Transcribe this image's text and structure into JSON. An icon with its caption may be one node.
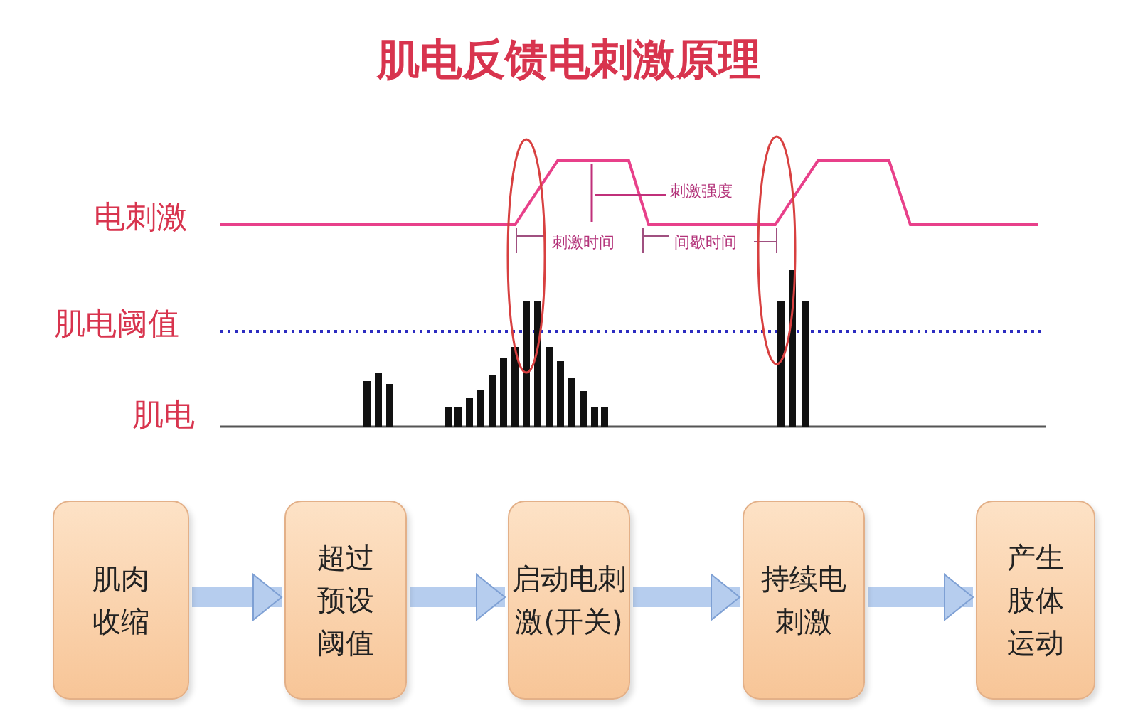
{
  "diagram": {
    "title": "肌电反馈电刺激原理",
    "nodes": [
      {
        "text": [
          "肌肉收缩"
        ]
      },
      {
        "text": [
          "超过预设阈值"
        ]
      },
      {
        "text": [
          "启动电刺激(开关)"
        ]
      },
      {
        "text": [
          "持续电刺激"
        ]
      },
      {
        "text": [
          "产生肢体运动"
        ]
      }
    ],
    "edges": [
      {
        "from": 0,
        "to": 1,
        "arrow": "to"
      },
      {
        "from": 1,
        "to": 2,
        "arrow": "to"
      },
      {
        "from": 2,
        "to": 3,
        "arrow": "to"
      },
      {
        "from": 3,
        "to": 4,
        "arrow": "to"
      }
    ],
    "labels": [
      "电刺激",
      "刺激强度",
      "刺激时间",
      "间歇时间",
      "肌电阈值",
      "肌电"
    ]
  }
}
